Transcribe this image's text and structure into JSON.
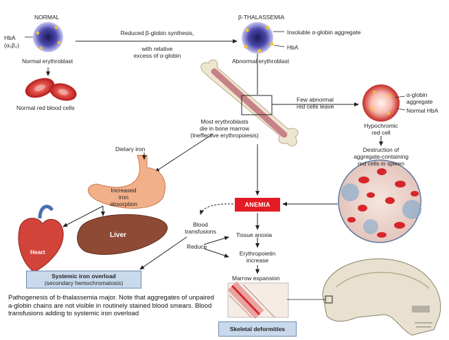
{
  "normal": {
    "heading": "NORMAL",
    "hba": "HbA",
    "hba_formula": "(α₂β₂)",
    "cell_label": "Normal erythroblast",
    "rbc_label": "Normal red blood cells"
  },
  "thal": {
    "heading": "β-THALASSEMIA",
    "insoluble": "Insoluble α-globin aggregate",
    "hba": "HbA",
    "cell_label": "Abnormal erythroblast"
  },
  "arrow_top": {
    "line1": "Reduced β-globin synthesis,",
    "line2": "with relative",
    "line3": "excess of α-globin"
  },
  "few_cells": {
    "line1": "Few abnormal",
    "line2": "red cells leave"
  },
  "hypo": {
    "aggregate1": "α-globin",
    "aggregate2": "aggregate",
    "normal_hba": "Normal HbA",
    "label1": "Hypochromic",
    "label2": "red cell"
  },
  "destruction": {
    "line1": "Destruction of",
    "line2": "aggregate-containing",
    "line3": "red cells in spleen"
  },
  "marrow_death": {
    "line1": "Most erythroblasts",
    "line2": "die in bone marrow",
    "line3": "(Ineffective erythropoiesis)"
  },
  "dietary_iron": "Dietary iron",
  "iron_absorption": {
    "line1": "Increased",
    "line2": "iron",
    "line3": "absorption"
  },
  "heart": "Heart",
  "liver": "Liver",
  "anemia": "ANEMIA",
  "blood_tx": {
    "line1": "Blood",
    "line2": "transfusions"
  },
  "reduce": "Reduce",
  "tissue_anoxia": "Tissue anoxia",
  "epo": {
    "line1": "Erythropoietin",
    "line2": "increase"
  },
  "marrow_expansion": "Marrow expansion",
  "iron_overload": {
    "line1": "Systemic iron overload",
    "line2": "(secondary hemochromatosis)"
  },
  "skeletal": "Skeletal deformities",
  "caption": "Pathogenesis of b-thalassemia major. Note that aggregates of unpaired a-globin chains are not visible in routinely stained blood smears. Blood transfusions adding to systemic iron overload",
  "colors": {
    "anemia": "#e31b23",
    "rbc": "#d7262b",
    "cell_purple": "#3d3a8f",
    "box_blue": "#c9d9ec"
  }
}
